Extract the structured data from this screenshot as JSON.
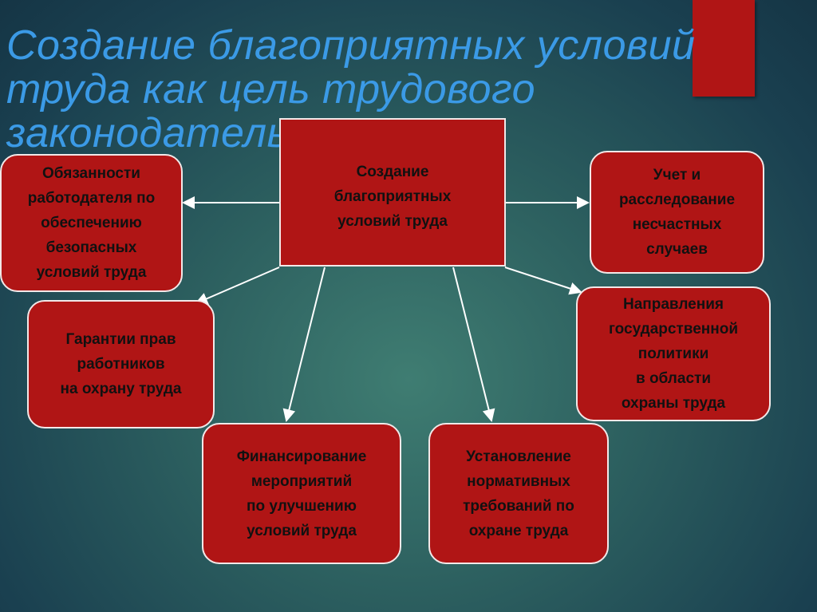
{
  "title": {
    "lines": [
      "Создание благоприятных условий",
      "труда как цель трудового",
      "законодатель"
    ]
  },
  "colors": {
    "box_fill": "#b01515",
    "title": "#3b9ae6",
    "arrow": "#ffffff"
  },
  "diagram": {
    "center": "Создание\nблагоприятных\nусловий труда",
    "nodes": [
      "Обязанности\nработодателя по\nобеспечению\nбезопасных\nусловий труда",
      "Учет и\nрасследование\nнесчастных\nслучаев",
      "Гарантии прав\nработников\nна охрану труда",
      "Направления\nгосударственной\nполитики\nв области\nохраны труда",
      "Финансирование\nмероприятий\nпо улучшению\nусловий труда",
      "Установление\nнормативных\nтребований по\nохране труда"
    ]
  }
}
